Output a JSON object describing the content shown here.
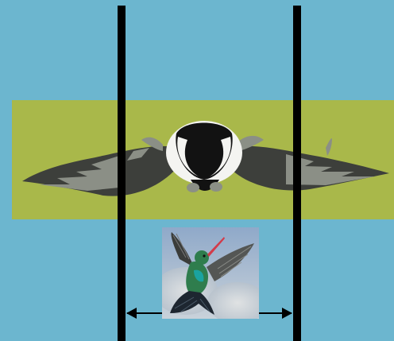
{
  "colors": {
    "background": "#6cb6cf",
    "band": "#a9b84a",
    "line": "#000000",
    "arrow": "#000000",
    "bird_white": "#f4f4f1",
    "bird_black": "#121212",
    "wing_dark": "#3d3f3b",
    "wing_light": "#8b8f86",
    "photo_sky": "#9fb6cf",
    "hummingbird_green": "#2f7d4d",
    "hummingbird_teal": "#1aa3a0",
    "hummingbird_beak": "#d23b4a"
  },
  "icons": {
    "large_bird": "black-capped-bird-in-flight",
    "small_photo": "hummingbird-photo",
    "width_arrow": "double-headed-horizontal-arrow"
  }
}
